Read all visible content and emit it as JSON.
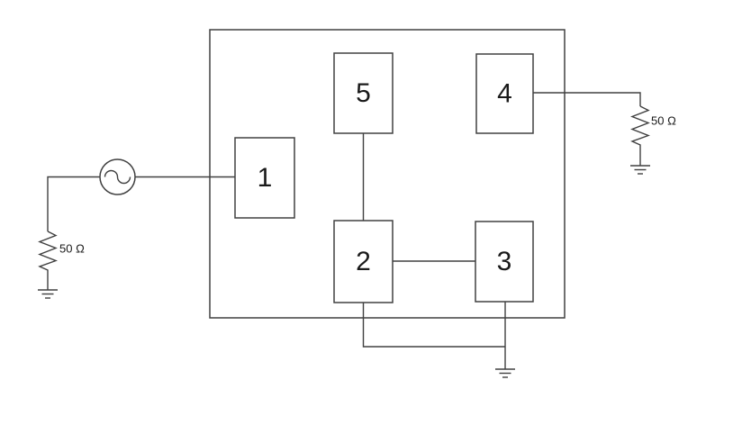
{
  "blocks": [
    {
      "label": "1"
    },
    {
      "label": "2"
    },
    {
      "label": "3"
    },
    {
      "label": "4"
    },
    {
      "label": "5"
    }
  ],
  "resistors": {
    "source": {
      "label": "50 Ω"
    },
    "load": {
      "label": "50 Ω"
    }
  },
  "symbols": {
    "ac_source": "ac-voltage-source-icon",
    "source_ground": "ground-icon",
    "load_ground": "ground-icon",
    "internal_ground": "ground-icon",
    "resistor": "resistor-zigzag-icon"
  },
  "colors": {
    "line": "#404040",
    "text": "#1a1a1a",
    "background": "#ffffff"
  }
}
